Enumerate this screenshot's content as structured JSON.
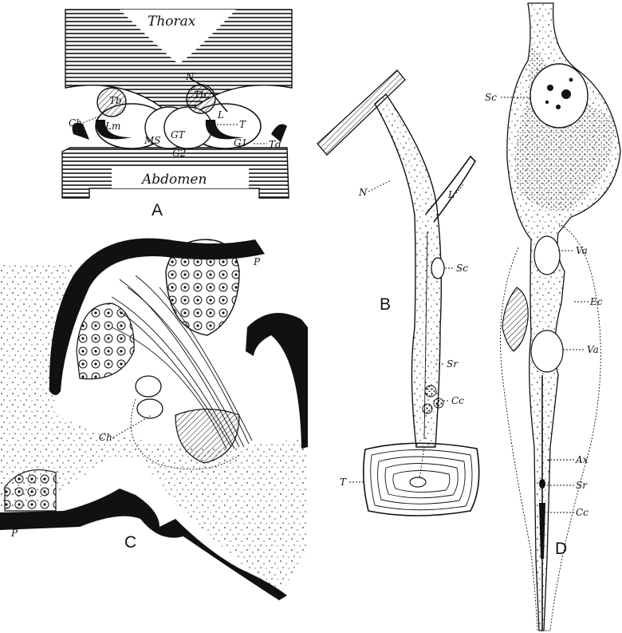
{
  "panels": {
    "A": {
      "letter": "A",
      "regions": {
        "thorax": "Thorax",
        "abdomen": "Abdomen"
      },
      "labels": {
        "N": "N",
        "Tb_left": "Tb",
        "Tb_right": "Tb",
        "Ch": "Ch",
        "Lm": "Lm",
        "MS": "MS",
        "GT": "GT",
        "G2": "G2",
        "L": "L",
        "T": "T",
        "G1": "G1",
        "Td": "Td"
      }
    },
    "B": {
      "letter": "B",
      "labels": {
        "N": "N",
        "L": "L",
        "Sc": "Sc",
        "Sr": "Sr",
        "Cc": "Cc",
        "T": "T"
      }
    },
    "C": {
      "letter": "C",
      "labels": {
        "P_top": "P",
        "Ch": "Ch",
        "P_bottom": "P"
      }
    },
    "D": {
      "letter": "D",
      "labels": {
        "Sc": "Sc",
        "Va_upper": "Va",
        "Ec": "Ec",
        "Va_lower": "Va",
        "Ax": "Ax",
        "Sr": "Sr",
        "Cc": "Cc"
      }
    }
  }
}
